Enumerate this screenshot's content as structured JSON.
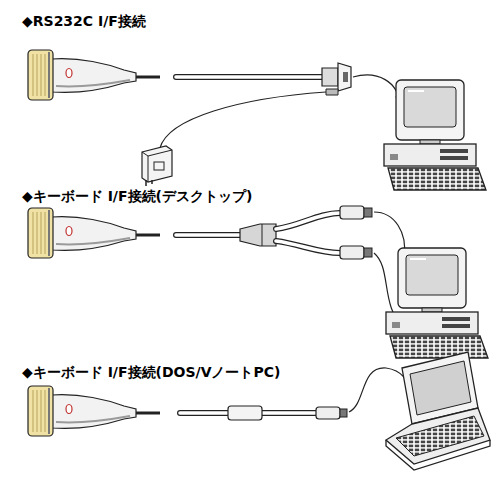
{
  "diagram": {
    "labels": [
      "◆RS232C I/F接続",
      "◆キーボード I/F接続(デスクトップ)",
      "◆キーボード I/F接続(DOS/VノートPC)"
    ]
  }
}
